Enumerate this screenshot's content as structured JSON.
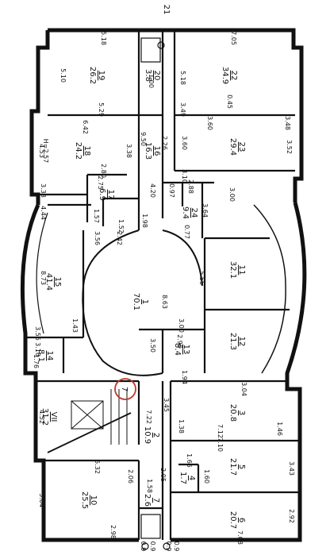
{
  "rooms": [
    {
      "id": "room-19",
      "num": "19",
      "area": "26.2"
    },
    {
      "id": "room-20",
      "num": "20",
      "area": "3.8"
    },
    {
      "id": "room-22",
      "num": "22",
      "area": "34.9"
    },
    {
      "id": "room-18",
      "num": "18",
      "area": "24.2"
    },
    {
      "id": "room-16",
      "num": "16",
      "area": "16.3"
    },
    {
      "id": "room-23",
      "num": "23",
      "area": "29.4"
    },
    {
      "id": "room-17",
      "num": "17",
      "area": "6.9"
    },
    {
      "id": "room-24",
      "num": "24",
      "area": "9.4"
    },
    {
      "id": "room-15",
      "num": "15",
      "area": "41.4"
    },
    {
      "id": "room-1",
      "num": "1",
      "area": "70.1"
    },
    {
      "id": "room-11",
      "num": "11",
      "area": "32.1"
    },
    {
      "id": "room-12",
      "num": "12",
      "area": "21.3"
    },
    {
      "id": "room-13",
      "num": "13",
      "area": "8.4"
    },
    {
      "id": "room-14",
      "num": "14",
      "area": "8.1"
    },
    {
      "id": "room-VII",
      "num": "VII",
      "area": "31.2"
    },
    {
      "id": "room-2",
      "num": "2",
      "area": "10.9"
    },
    {
      "id": "room-3",
      "num": "3",
      "area": "20.8"
    },
    {
      "id": "room-5",
      "num": "5",
      "area": "21.7"
    },
    {
      "id": "room-4",
      "num": "4",
      "area": "1.7"
    },
    {
      "id": "room-10",
      "num": "10",
      "area": "25.5"
    },
    {
      "id": "room-7",
      "num": "7",
      "area": "2.6"
    },
    {
      "id": "room-6",
      "num": "6",
      "area": "20.7"
    }
  ],
  "dimensions": [
    "5.18",
    "5.10",
    "5.29",
    "7.05",
    "5.18",
    "3.49",
    "0.45",
    "1.00",
    "6.42",
    "4.53",
    "3.38",
    "3.33",
    "2.80",
    "2.75",
    "H=2.57",
    "9.50",
    "2.26",
    "3.48",
    "3.60",
    "3.60",
    "3.52",
    "3.10",
    "2.88",
    "0.97",
    "4.20",
    "3.00",
    "4.44",
    "1.52",
    "1.57",
    "1.98",
    "3.64",
    "0.77",
    "8.73",
    "3.56",
    "2.42",
    "5.56",
    "8.63",
    "3.55",
    "1.43",
    "3.16",
    "1.76",
    "3.00",
    "2.90",
    "3.50",
    "1.94",
    "4.52",
    "3.04",
    "3.45",
    "7.22",
    "1.38",
    "1.46",
    "7.12",
    "7.10",
    "5.32",
    "1.65",
    "3.43",
    "2.06",
    "2.05",
    "1.60",
    "5.04",
    "1.58",
    "2.98",
    "7.08",
    "2.92",
    "0.9",
    "0.9",
    "0.9",
    "0.9"
  ],
  "marker_top": "21",
  "marker_circle": "7"
}
